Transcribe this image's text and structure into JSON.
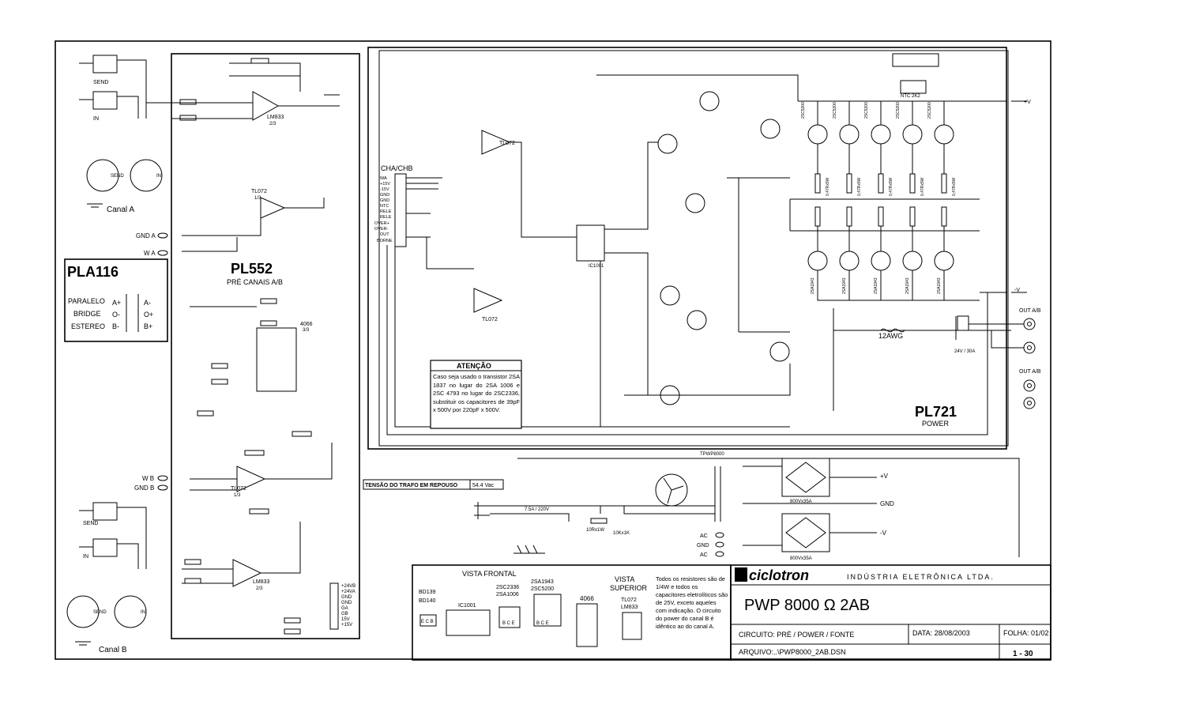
{
  "sheet": {
    "pla116": {
      "title": "PLA116",
      "paralelo": "PARALELO",
      "bridge": "BRIDGE",
      "estereo": "ESTEREO",
      "pins": [
        "A+",
        "A-",
        "O-",
        "O+",
        "B-",
        "B+"
      ]
    },
    "pl552": {
      "title": "PL552",
      "subtitle": "PRÉ CANAIS A/B",
      "ic_labels": [
        "LM833",
        "TL072",
        "4066",
        "TL072",
        "LM833"
      ],
      "ic_sub": [
        "2/3",
        "1/3",
        "3/3",
        "1/3",
        "2/3"
      ],
      "gnd_a": "GND A",
      "w_a": "W A",
      "w_b": "W B",
      "gnd_b": "GND B",
      "connector_pins": [
        "+24VB",
        "+24VA",
        "GND",
        "GND",
        "GA",
        "GB",
        "15V",
        "+15V"
      ]
    },
    "pl721": {
      "title": "PL721",
      "subtitle": "POWER",
      "cha_chb": "CHA/CHB",
      "connector": [
        "WA",
        "+15V",
        "-15V",
        "GND",
        "GND",
        "NTC",
        "RELE",
        "RELE",
        "OVER+",
        "OVER-",
        "OUT",
        "BORNE"
      ],
      "tl072": "TL072",
      "ic1001": "IC1001",
      "ntc": "NTC 2K2",
      "out_ab_1": "OUT A/B",
      "out_ab_2": "OUT A/B",
      "awg": "12AWG",
      "relay": "24V / 30A",
      "plus_v": "+V",
      "minus_v": "-V",
      "pos_transistors": [
        "2SC5200",
        "2SC5200",
        "2SC5200",
        "2SC5200",
        "2SC5200"
      ],
      "neg_transistors": [
        "2SA1943",
        "2SA1943",
        "2SA1943",
        "2SA1943",
        "2SA1943"
      ],
      "emitter_r": "0,47Rx5W"
    },
    "atencao": {
      "title": "ATENÇÃO",
      "body": "Caso seja usado o transistor 2SA 1837 no lugar do 2SA 1006 e 2SC 4793 no lugar do 2SC2336, substituir os capacitores de 39pF x 500V por 220pF x 500V."
    },
    "canal_a": "Canal A",
    "canal_b": "Canal B",
    "send": "SEND",
    "in": "IN",
    "trafo": {
      "label": "TENSÃO DO TRAFO EM REPOUSO",
      "value": "54.4  Vac",
      "name": "TPWP8000",
      "fuse": "7.5A / 220V",
      "r": "10Rx1W",
      "c": "10Kx1K",
      "bridge": "800Vx35A",
      "out": [
        "+V",
        "GND",
        "-V"
      ],
      "ac": [
        "AC",
        "GND",
        "AC"
      ]
    },
    "vista_frontal": {
      "title": "VISTA FRONTAL",
      "parts": [
        "BD139\nBD140",
        "IC1001",
        "2SC2336\n2SA1006",
        "2SA1943\n2SC5200"
      ],
      "pins_bd": "E C B",
      "pins_tr": "B  C  E"
    },
    "vista_superior": {
      "title": "VISTA\nSUPERIOR",
      "ic_a": "4066",
      "ic_b": "TL072\nLM833"
    },
    "note": "Todos os resistores são de 1/4W e todos os capacitores eletrolíticos são de 25V, exceto aqueles com indicação. O circuito do power do canal B é idêntico ao do canal A.",
    "title_block": {
      "brand": "ciclotron",
      "company": "INDÚSTRIA ELETRÔNICA LTDA.",
      "model": "PWP 8000 Ω 2AB",
      "circuito": "CIRCUITO: PRÉ / POWER / FONTE",
      "data": "DATA: 28/08/2003",
      "folha": "FOLHA: 01/02",
      "arquivo": "ARQUIVO:..\\PWP8000_2AB.DSN",
      "pagina": "1 - 30"
    }
  }
}
